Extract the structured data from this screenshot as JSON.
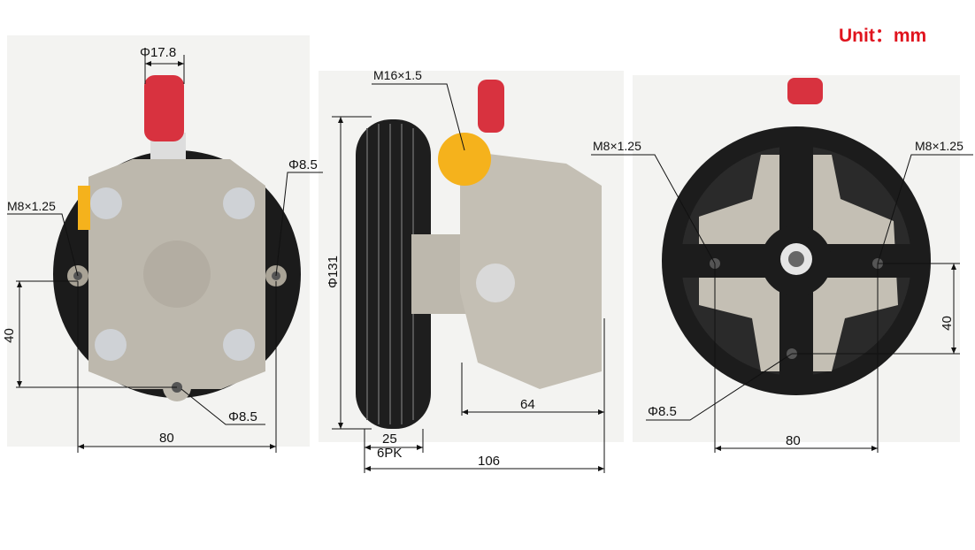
{
  "unit_label": "Unit：mm",
  "views": {
    "rear": {
      "inlet_diameter": "Φ17.8",
      "hole_diameter_top": "Φ8.5",
      "thread": "M8×1.25",
      "vertical_spacing": "40",
      "hole_diameter_bottom": "Φ8.5",
      "horizontal_spacing": "80"
    },
    "side": {
      "outlet_thread": "M16×1.5",
      "pulley_diameter": "Φ131",
      "offset": "64",
      "pulley_width": "25",
      "belt_type": "6PK",
      "overall_length": "106"
    },
    "front": {
      "thread_left": "M8×1.25",
      "thread_right": "M8×1.25",
      "vertical_spacing": "40",
      "hole_diameter": "Φ8.5",
      "horizontal_spacing": "80"
    }
  },
  "colors": {
    "unit": "#e0141e",
    "cap": "#d8323f",
    "plug": "#f5b21c",
    "housing": "#bdb8ad",
    "pulley": "#1c1c1c"
  }
}
